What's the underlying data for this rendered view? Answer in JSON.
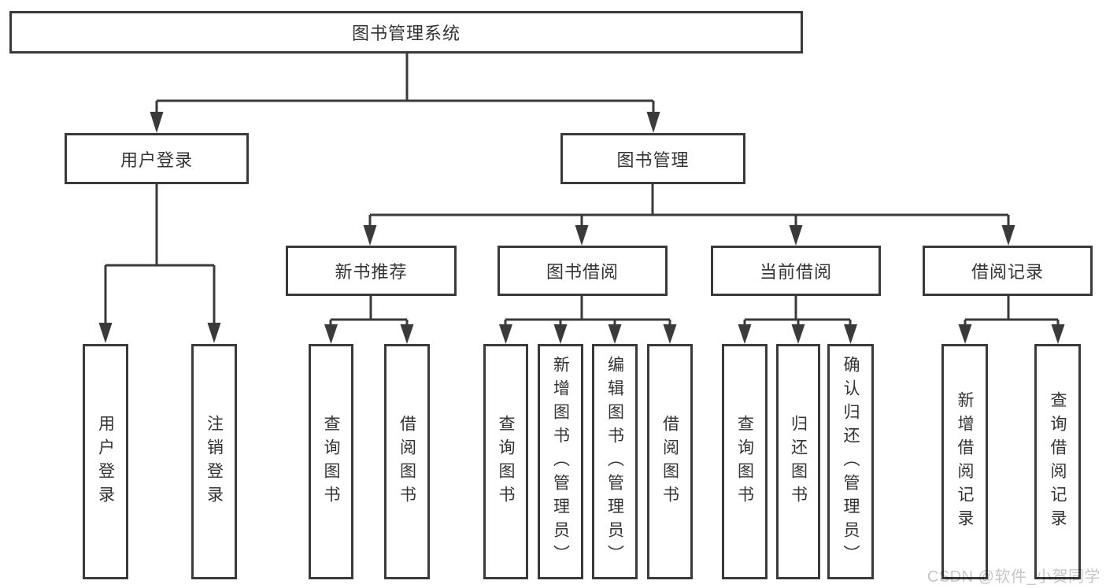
{
  "tree": {
    "root": {
      "label": "图书管理系统"
    },
    "branches": [
      {
        "label": "用户登录",
        "leaves": [
          {
            "label": "用户登录"
          },
          {
            "label": "注销登录"
          }
        ]
      },
      {
        "label": "图书管理",
        "groups": [
          {
            "label": "新书推荐",
            "leaves": [
              {
                "label": "查询图书"
              },
              {
                "label": "借阅图书"
              }
            ]
          },
          {
            "label": "图书借阅",
            "leaves": [
              {
                "label": "查询图书"
              },
              {
                "label": "新增图书（管理员）"
              },
              {
                "label": "编辑图书（管理员）"
              },
              {
                "label": "借阅图书"
              }
            ]
          },
          {
            "label": "当前借阅",
            "leaves": [
              {
                "label": "查询图书"
              },
              {
                "label": "归还图书"
              },
              {
                "label": "确认归还（管理员）"
              }
            ]
          },
          {
            "label": "借阅记录",
            "leaves": [
              {
                "label": "新增借阅记录"
              },
              {
                "label": "查询借阅记录"
              }
            ]
          }
        ]
      }
    ]
  },
  "watermark": {
    "text": "CSDN @软件_小贺同学"
  },
  "colors": {
    "line": "#3a3a3a",
    "text": "#333333",
    "watermark": "#c6c6c6",
    "background": "#ffffff"
  }
}
